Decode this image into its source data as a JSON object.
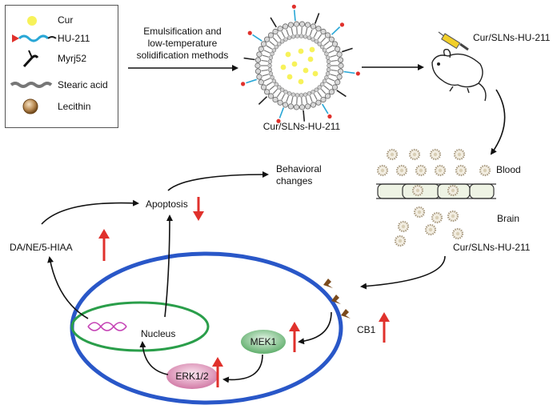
{
  "legend": {
    "items": [
      {
        "label": "Cur",
        "icon": "yellow-dot-icon"
      },
      {
        "label": "HU-211",
        "icon": "hu211-strand-icon"
      },
      {
        "label": "Myrj52",
        "icon": "myrj52-strand-icon"
      },
      {
        "label": "Stearic acid",
        "icon": "stearic-acid-icon"
      },
      {
        "label": "Lecithin",
        "icon": "lecithin-sphere-icon"
      }
    ]
  },
  "process": {
    "method_line1": "Emulsification and",
    "method_line2": "low-temperature",
    "method_line3": "solidification methods",
    "nanoparticle_label": "Cur/SLNs-HU-211",
    "injection_label": "Cur/SLNs-HU-211"
  },
  "bbb": {
    "blood_label": "Blood",
    "brain_label": "Brain",
    "particles_label": "Cur/SLNs-HU-211"
  },
  "pathway": {
    "behavior_line1": "Behavioral",
    "behavior_line2": "changes",
    "apoptosis": "Apoptosis",
    "neurotransmitters": "DA/NE/5-HIAA",
    "nucleus": "Nucleus",
    "mek": "MEK1",
    "erk": "ERK1/2",
    "receptor": "CB1"
  },
  "colors": {
    "cur_yellow": "#f7f25a",
    "hu211_blue": "#29a7d6",
    "hu211_red": "#e0312c",
    "up_arrow_red": "#e0312c",
    "cell_blue": "#2957c8",
    "nucleus_green": "#2a9e4a",
    "mek_green": "#7cc487",
    "erk_pink": "#e19bbf",
    "dna_magenta": "#c43fb4",
    "receptor_brown": "#7a4a1c"
  }
}
